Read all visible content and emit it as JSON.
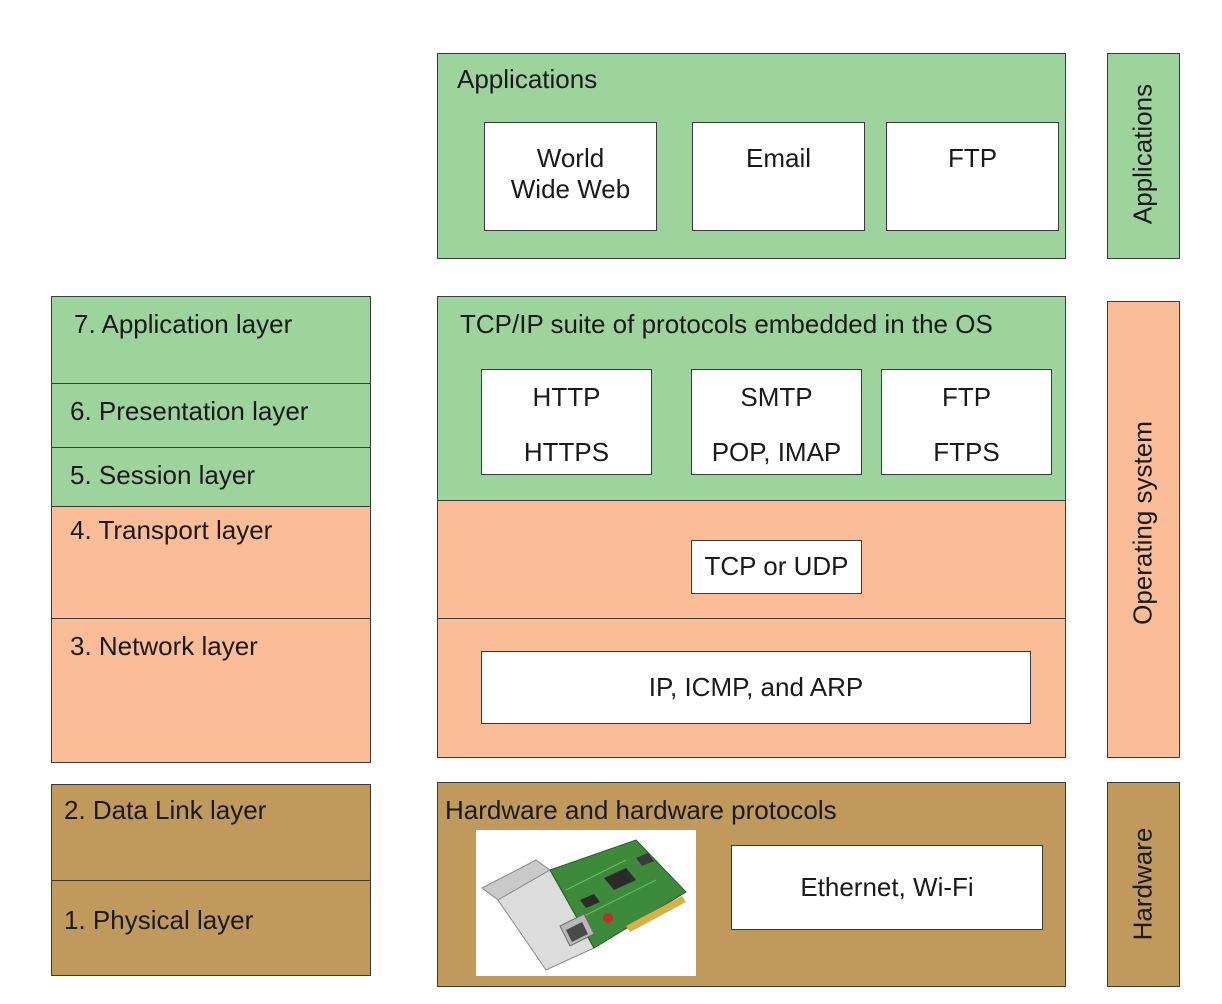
{
  "osi": {
    "application": "7. Application layer",
    "presentation": "6. Presentation layer",
    "session": "5. Session layer",
    "transport": "4. Transport layer",
    "network": "3. Network layer",
    "datalink": "2. Data Link layer",
    "physical": "1. Physical layer"
  },
  "applications": {
    "title": "Applications",
    "www_line1": "World",
    "www_line2": "Wide Web",
    "email": "Email",
    "ftp": "FTP"
  },
  "tcpip": {
    "title": "TCP/IP suite of protocols embedded in the OS",
    "http": "HTTP",
    "https": "HTTPS",
    "smtp": "SMTP",
    "pop_imap": "POP, IMAP",
    "ftp": "FTP",
    "ftps": "FTPS",
    "tcp_udp": "TCP or UDP",
    "ip_icmp_arp": "IP, ICMP, and ARP"
  },
  "hardware": {
    "title": "Hardware and hardware protocols",
    "ethernet_wifi": "Ethernet, Wi-Fi"
  },
  "side_labels": {
    "applications": "Applications",
    "operating_system": "Operating system",
    "hardware": "Hardware"
  },
  "colors": {
    "green": "#9dd39d",
    "salmon": "#fbbd98",
    "brown": "#c0995c"
  }
}
